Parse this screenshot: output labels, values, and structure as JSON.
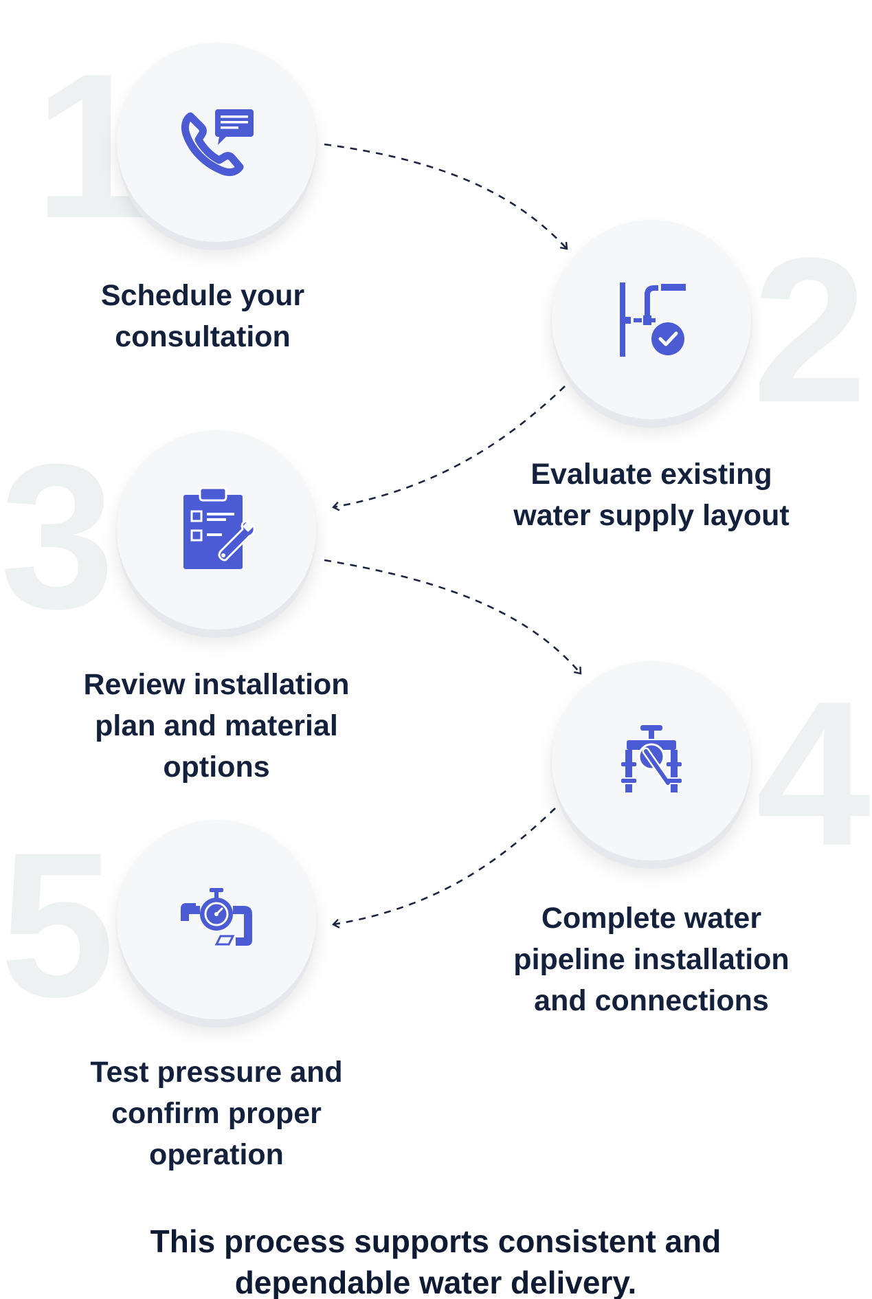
{
  "steps": [
    {
      "number": "1",
      "label_lines": [
        "Schedule your",
        "consultation"
      ],
      "icon": "phone-chat-icon"
    },
    {
      "number": "2",
      "label_lines": [
        "Evaluate existing",
        "water supply layout"
      ],
      "icon": "pipe-check-icon"
    },
    {
      "number": "3",
      "label_lines": [
        "Review installation",
        "plan and material",
        "options"
      ],
      "icon": "clipboard-wrench-icon"
    },
    {
      "number": "4",
      "label_lines": [
        "Complete water",
        "pipeline installation",
        "and connections"
      ],
      "icon": "valve-wrench-icon"
    },
    {
      "number": "5",
      "label_lines": [
        "Test pressure and",
        "confirm proper",
        "operation"
      ],
      "icon": "pressure-gauge-icon"
    }
  ],
  "footer_lines": [
    "This process supports consistent and",
    "dependable water delivery."
  ],
  "colors": {
    "icon": "#4a5bd4",
    "text": "#14213d",
    "big_number": "#edf1f2",
    "circle": "#f6f7f9",
    "connector": "#1b2540"
  }
}
